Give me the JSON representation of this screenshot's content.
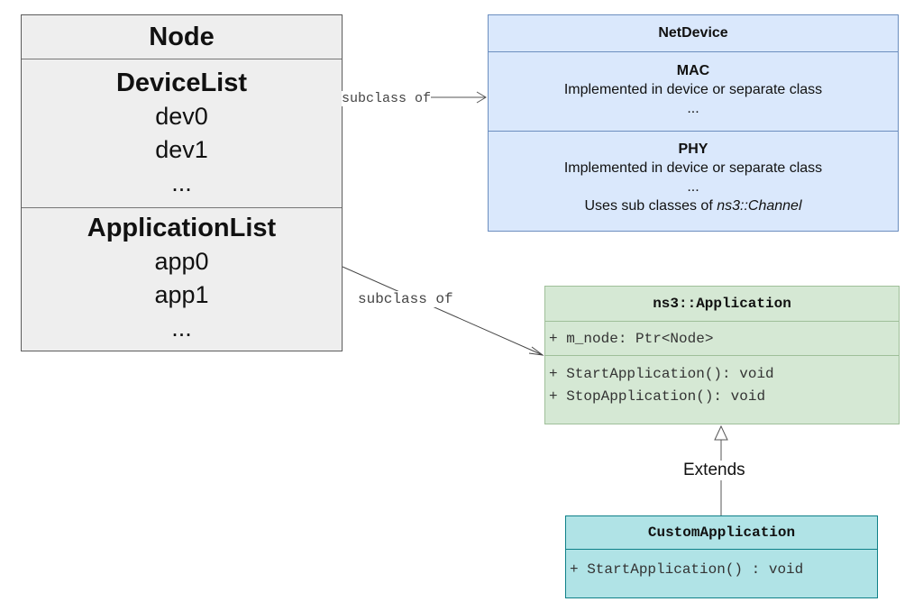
{
  "node": {
    "title": "Node",
    "device_list": {
      "heading": "DeviceList",
      "items": [
        "dev0",
        "dev1",
        "..."
      ]
    },
    "application_list": {
      "heading": "ApplicationList",
      "items": [
        "app0",
        "app1",
        "..."
      ]
    }
  },
  "netdevice": {
    "title": "NetDevice",
    "mac": {
      "heading": "MAC",
      "lines": [
        "Implemented in device or separate class",
        "..."
      ]
    },
    "phy": {
      "heading": "PHY",
      "lines": [
        "Implemented in device or separate class",
        "..."
      ],
      "channel_prefix": "Uses sub classes of ",
      "channel_class": "ns3::Channel"
    }
  },
  "application": {
    "title": "ns3::Application",
    "attributes": [
      "+ m_node: Ptr<Node>"
    ],
    "methods": [
      "+ StartApplication(): void",
      "+ StopApplication(): void"
    ]
  },
  "custom_application": {
    "title": "CustomApplication",
    "methods": [
      "+ StartApplication() : void"
    ]
  },
  "edges": {
    "subclass_label_1": "subclass of",
    "subclass_label_2": "subclass of",
    "extends_label": "Extends"
  },
  "colors": {
    "node_fill": "#eeeeee",
    "netdevice_fill": "#dae8fc",
    "netdevice_stroke": "#6c8ebf",
    "application_fill": "#d5e8d4",
    "application_stroke": "#9fbf99",
    "custom_fill": "#b0e3e6",
    "custom_stroke": "#0e8088"
  }
}
